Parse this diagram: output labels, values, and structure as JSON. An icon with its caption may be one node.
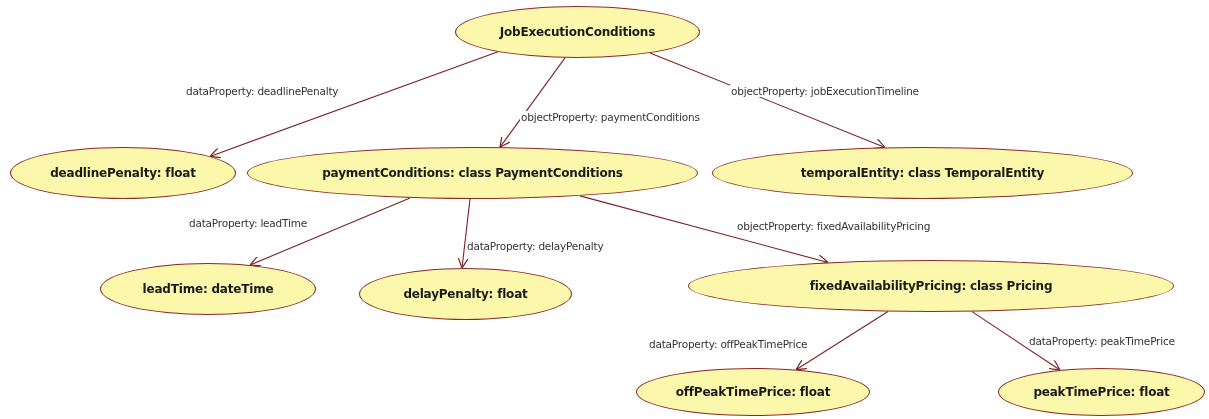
{
  "diagram": {
    "nodes": [
      {
        "text": [
          "JobExecutionConditions"
        ]
      },
      {
        "text": [
          "deadlinePenalty: float"
        ]
      },
      {
        "text": [
          "paymentConditions: class PaymentConditions"
        ]
      },
      {
        "text": [
          "temporalEntity: class TemporalEntity"
        ]
      },
      {
        "text": [
          "leadTime: dateTime"
        ]
      },
      {
        "text": [
          "delayPenalty: float"
        ]
      },
      {
        "text": [
          "fixedAvailabilityPricing: class Pricing"
        ]
      },
      {
        "text": [
          "offPeakTimePrice: float"
        ]
      },
      {
        "text": [
          "peakTimePrice: float"
        ]
      }
    ],
    "edges": [
      {
        "from": 0,
        "to": 1,
        "arrow": "to",
        "label": "dataProperty: deadlinePenalty"
      },
      {
        "from": 0,
        "to": 2,
        "arrow": "to",
        "label": "objectProperty: paymentConditions"
      },
      {
        "from": 0,
        "to": 3,
        "arrow": "to",
        "label": "objectProperty: jobExecutionTimeline"
      },
      {
        "from": 2,
        "to": 4,
        "arrow": "to",
        "label": "dataProperty: leadTime"
      },
      {
        "from": 2,
        "to": 5,
        "arrow": "to",
        "label": "dataProperty: delayPenalty"
      },
      {
        "from": 2,
        "to": 6,
        "arrow": "to",
        "label": "objectProperty: fixedAvailabilityPricing"
      },
      {
        "from": 6,
        "to": 7,
        "arrow": "to",
        "label": "dataProperty: offPeakTimePrice"
      },
      {
        "from": 6,
        "to": 8,
        "arrow": "to",
        "label": "dataProperty: peakTimePrice"
      }
    ]
  }
}
